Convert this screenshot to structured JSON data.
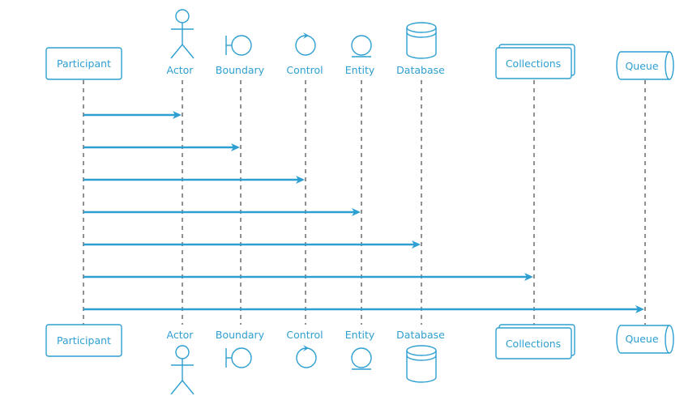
{
  "participants": {
    "participant": {
      "label": "Participant"
    },
    "actor": {
      "label": "Actor"
    },
    "boundary": {
      "label": "Boundary"
    },
    "control": {
      "label": "Control"
    },
    "entity": {
      "label": "Entity"
    },
    "database": {
      "label": "Database"
    },
    "collections": {
      "label": "Collections"
    },
    "queue": {
      "label": "Queue"
    }
  },
  "messages": [
    {
      "from": "Participant",
      "to": "Actor"
    },
    {
      "from": "Participant",
      "to": "Boundary"
    },
    {
      "from": "Participant",
      "to": "Control"
    },
    {
      "from": "Participant",
      "to": "Entity"
    },
    {
      "from": "Participant",
      "to": "Database"
    },
    {
      "from": "Participant",
      "to": "Collections"
    },
    {
      "from": "Participant",
      "to": "Queue"
    }
  ],
  "colors": {
    "accent": "#2e9fd1",
    "lifeline": "#222222"
  }
}
